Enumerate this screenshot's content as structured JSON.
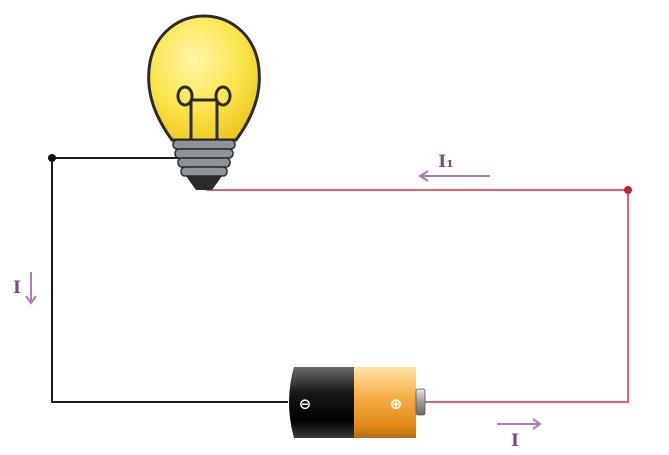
{
  "colors": {
    "wire_negative": "#1a1a1a",
    "wire_positive": "#e0626f",
    "arrow": "#b07ab8",
    "label": "#7a4a86",
    "bulb_glass": "#fbe44a",
    "bulb_outline": "#2b2b2b",
    "bulb_base": "#8c949a",
    "battery_negative_cap": "#111111",
    "battery_positive_cap": "#f3a83c",
    "node_positive": "#c0243a",
    "node_negative": "#111111"
  },
  "labels": {
    "top_current": "I₁",
    "left_current": "I",
    "bottom_current": "I"
  },
  "battery": {
    "negative_sign": "⊖",
    "positive_sign": "⊕"
  }
}
